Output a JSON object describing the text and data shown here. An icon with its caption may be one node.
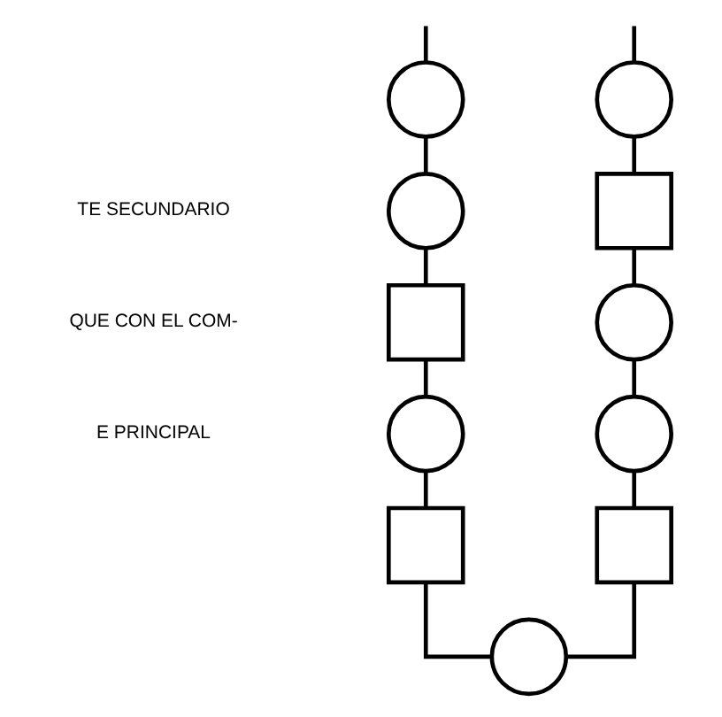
{
  "diagram": {
    "nodes": [
      {
        "text": [],
        "shape": "circle"
      },
      {
        "text": [],
        "shape": "circle"
      },
      {
        "text": [],
        "shape": "box"
      },
      {
        "text": [],
        "shape": "circle"
      },
      {
        "text": [],
        "shape": "box"
      },
      {
        "text": [],
        "shape": "circle"
      },
      {
        "text": [],
        "shape": "box"
      },
      {
        "text": [],
        "shape": "circle"
      },
      {
        "text": [],
        "shape": "circle"
      },
      {
        "text": [],
        "shape": "box"
      },
      {
        "text": [],
        "shape": "circle"
      }
    ],
    "edges": [
      {
        "from": null,
        "to": 0,
        "arrow": "none"
      },
      {
        "from": 0,
        "to": 1,
        "arrow": "none"
      },
      {
        "from": 1,
        "to": 2,
        "arrow": "none"
      },
      {
        "from": 2,
        "to": 3,
        "arrow": "none"
      },
      {
        "from": 3,
        "to": 4,
        "arrow": "none"
      },
      {
        "from": null,
        "to": 5,
        "arrow": "none"
      },
      {
        "from": 5,
        "to": 6,
        "arrow": "none"
      },
      {
        "from": 6,
        "to": 7,
        "arrow": "none"
      },
      {
        "from": 7,
        "to": 8,
        "arrow": "none"
      },
      {
        "from": 8,
        "to": 9,
        "arrow": "none"
      },
      {
        "from": 4,
        "to": 10,
        "arrow": "none"
      },
      {
        "from": 9,
        "to": 10,
        "arrow": "none"
      }
    ],
    "labels": [
      "TE SECUNDARIO",
      "QUE CON EL COM-",
      "E PRINCIPAL"
    ]
  }
}
